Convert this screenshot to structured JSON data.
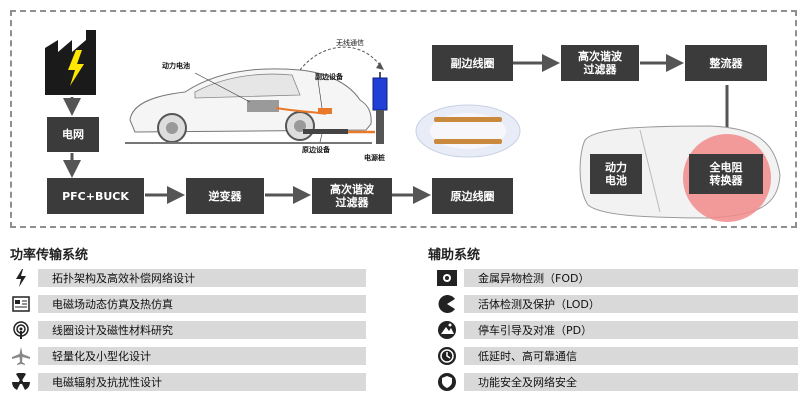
{
  "diagram": {
    "factory_icon": "factory-lightning-icon",
    "boxes": {
      "grid": "电网",
      "pfc": "PFC+BUCK",
      "inverter": "逆变器",
      "harmonic_filter_1": "高次谐波\n过滤器",
      "primary_coil": "原边线圈",
      "secondary_coil": "副边线圈",
      "harmonic_filter_2": "高次谐波\n过滤器",
      "rectifier": "整流器",
      "power_battery": "动力\n电池",
      "full_resistor_converter": "全电阻\n转换器"
    },
    "car_labels": {
      "power_battery": "动力电池",
      "secondary_device": "副边设备",
      "wireless_comm": "无线通信",
      "primary_device": "原边设备",
      "power_pile": "电源桩"
    }
  },
  "power_system": {
    "title": "功率传输系统",
    "items": [
      {
        "icon": "lightning-icon",
        "label": "拓扑架构及高效补偿网络设计"
      },
      {
        "icon": "document-icon",
        "label": "电磁场动态仿真及热仿真"
      },
      {
        "icon": "coil-signal-icon",
        "label": "线圈设计及磁性材料研究"
      },
      {
        "icon": "airplane-icon",
        "label": "轻量化及小型化设计"
      },
      {
        "icon": "radiation-icon",
        "label": "电磁辐射及抗扰性设计"
      }
    ]
  },
  "aux_system": {
    "title": "辅助系统",
    "items": [
      {
        "icon": "camera-icon",
        "label": "金属异物检测（FOD）"
      },
      {
        "icon": "pacman-icon",
        "label": "活体检测及保护（LOD）"
      },
      {
        "icon": "parking-icon",
        "label": "停车引导及对准（PD）"
      },
      {
        "icon": "clock-icon",
        "label": "低延时、高可靠通信"
      },
      {
        "icon": "shield-icon",
        "label": "功能安全及网络安全"
      }
    ]
  },
  "colors": {
    "box": "#3b3b3b",
    "bar": "#d9d9d9",
    "highlight": "#f28b8b",
    "lightning": "#ffe600",
    "pile": "#1f3fd6",
    "cable": "#e8782a"
  }
}
